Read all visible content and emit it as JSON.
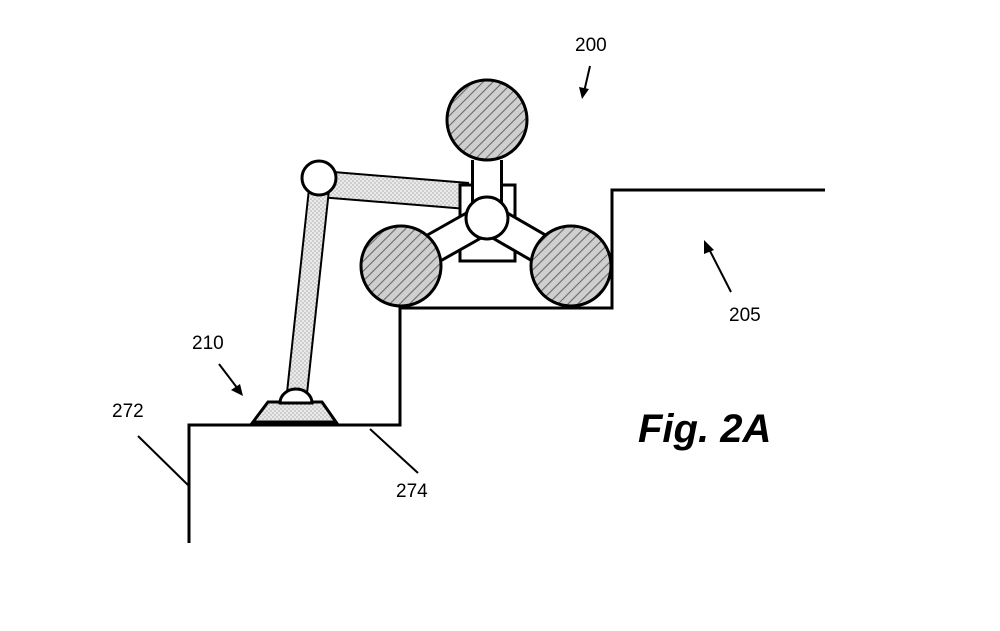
{
  "figure": {
    "title": "Fig. 2A",
    "labels": {
      "robot": "200",
      "stairs": "205",
      "foot": "210",
      "riser": "272",
      "tread": "274"
    }
  },
  "colors": {
    "line": "#000000",
    "background": "#ffffff",
    "hatch_fill": "#cfcfcf",
    "stipple_fill": "#e4e4e4"
  }
}
